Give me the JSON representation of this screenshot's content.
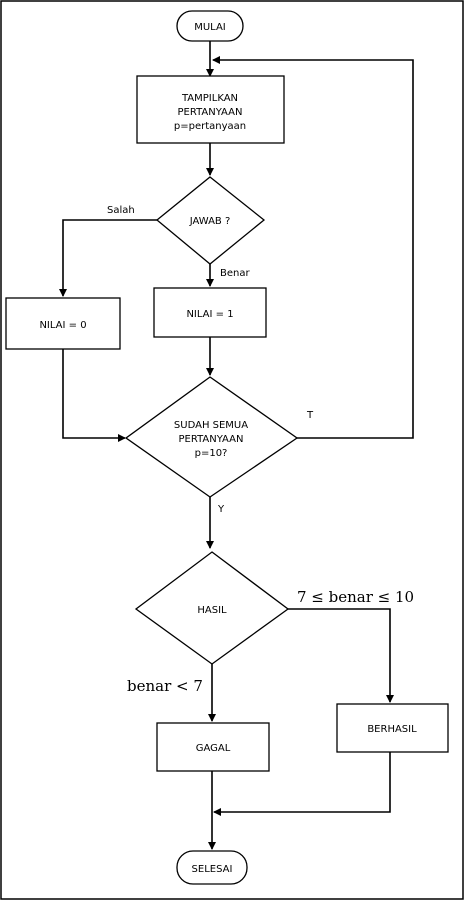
{
  "nodes": {
    "start": "MULAI",
    "show_question_line1": "TAMPILKAN",
    "show_question_line2": "PERTANYAAN",
    "show_question_line3": "p=pertanyaan",
    "answer_decision": "JAWAB ?",
    "score_zero": "NILAI = 0",
    "score_one": "NILAI = 1",
    "all_done_line1": "SUDAH SEMUA",
    "all_done_line2": "PERTANYAAN",
    "all_done_line3": "p=10?",
    "result_decision": "HASIL",
    "fail": "GAGAL",
    "success": "BERHASIL",
    "end": "SELESAI"
  },
  "edge_labels": {
    "wrong": "Salah",
    "right": "Benar",
    "no": "T",
    "yes": "Y",
    "pass_condition": "7 ≤ benar ≤ 10",
    "fail_condition": "benar < 7"
  }
}
